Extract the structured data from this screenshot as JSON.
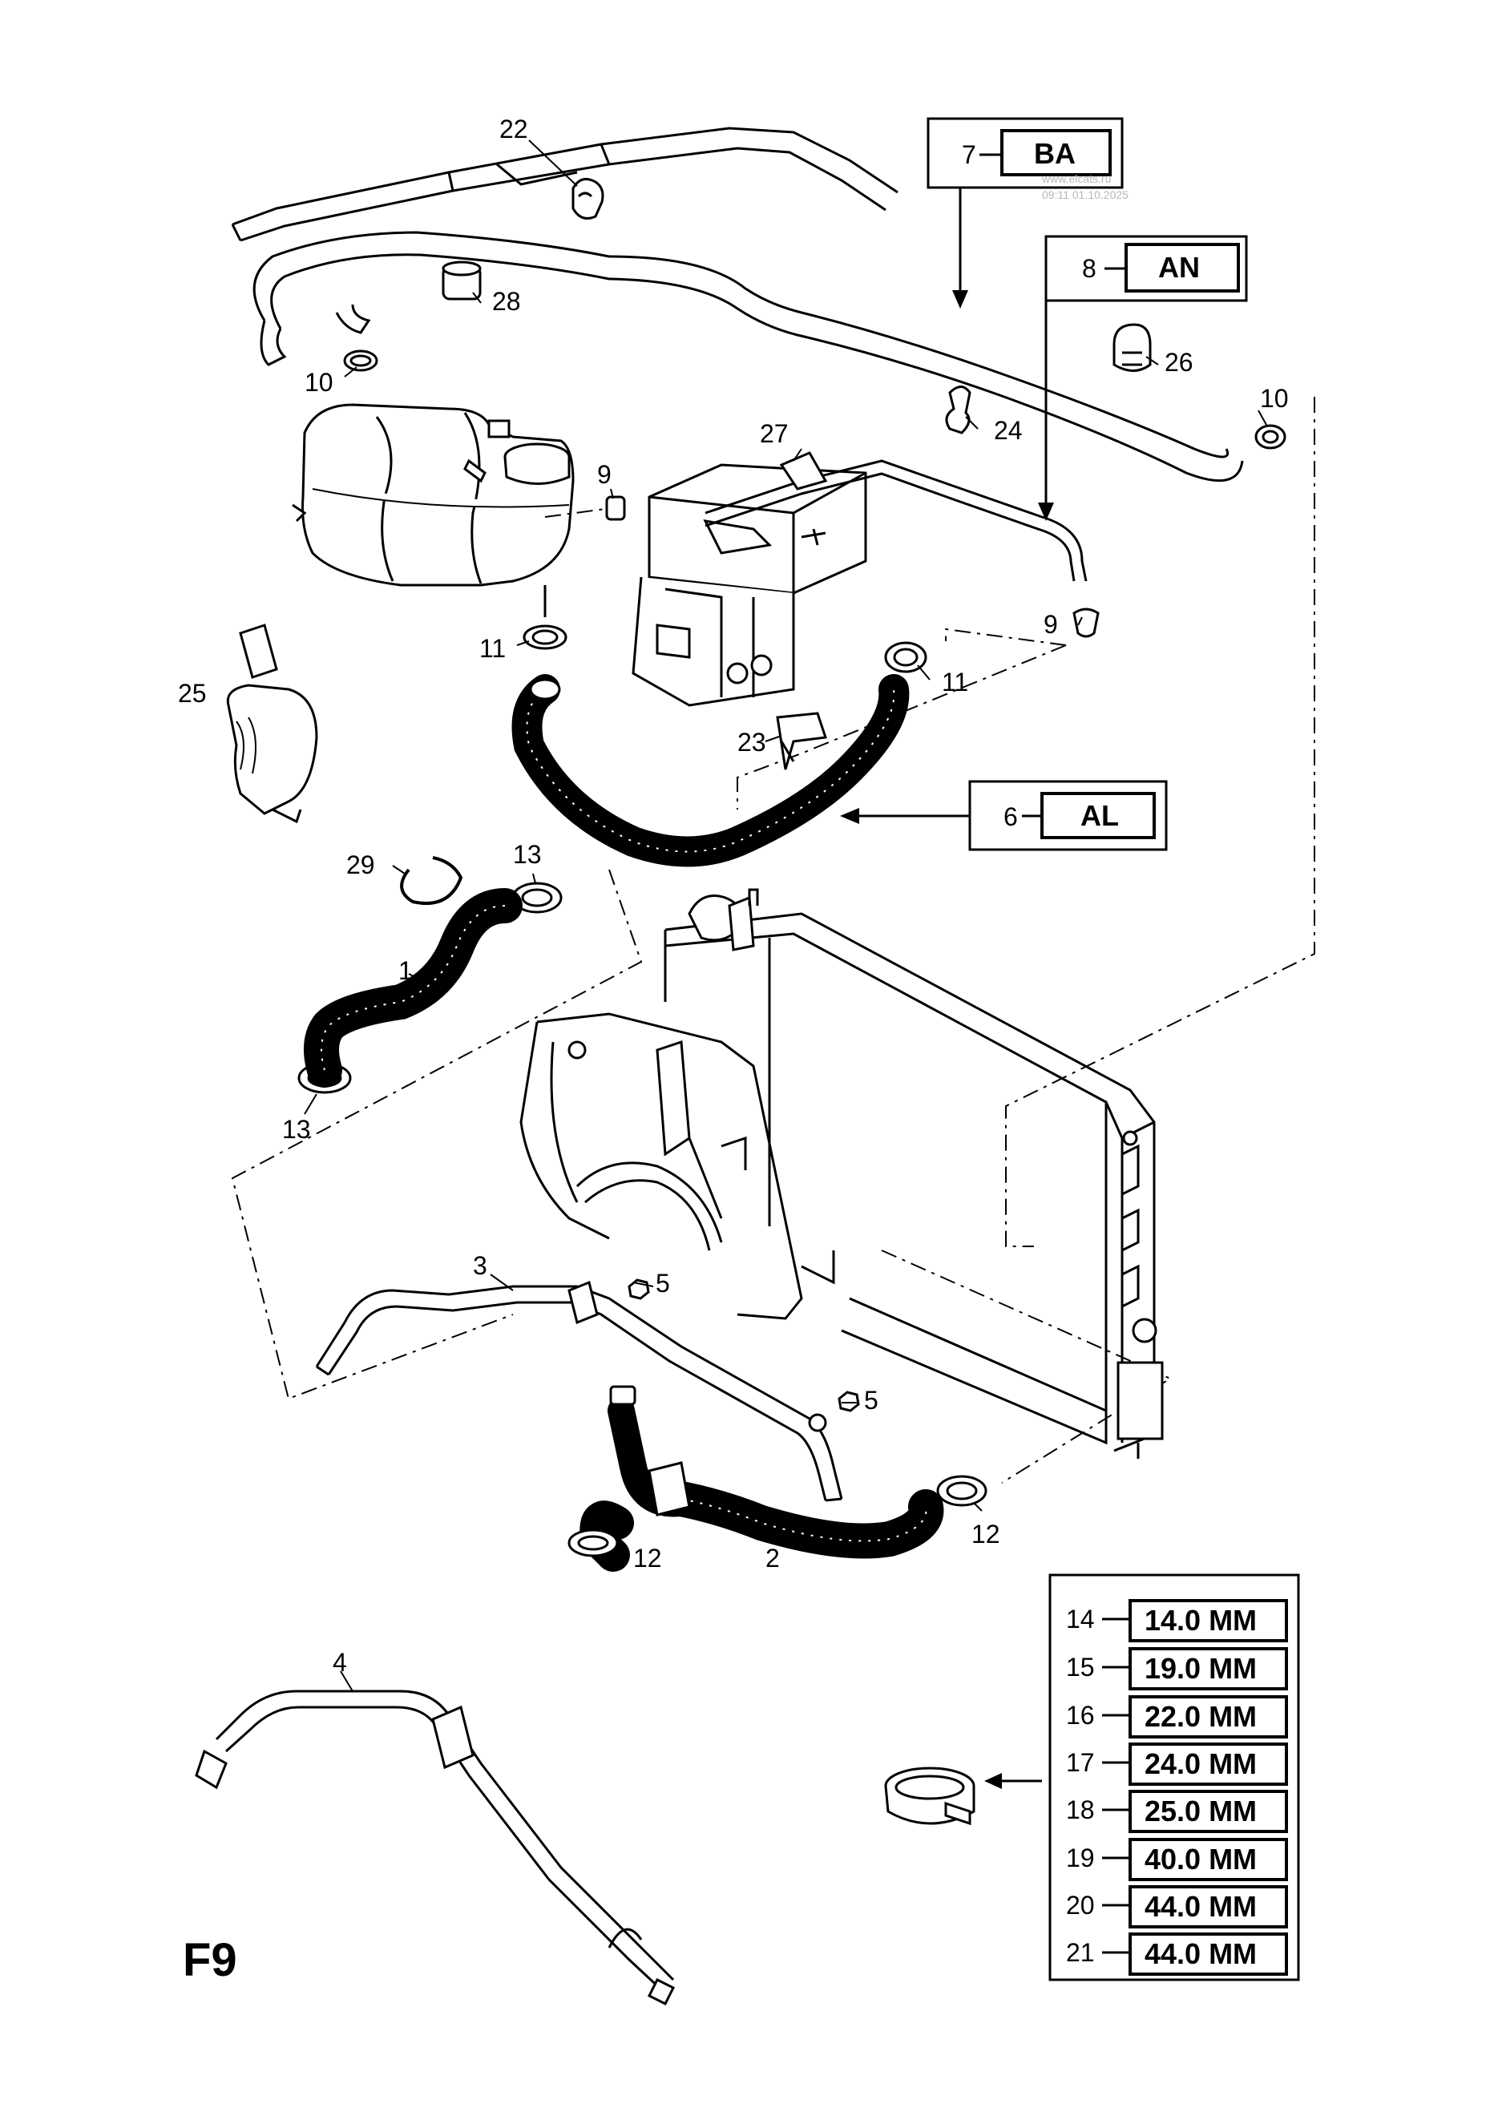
{
  "page_code": "F9",
  "watermark": [
    "www.elcats.ru",
    "09:11 01.10.2025"
  ],
  "callouts": {
    "c1": "1",
    "c2": "2",
    "c3": "3",
    "c4": "4",
    "c5a": "5",
    "c5b": "5",
    "c9a": "9",
    "c9b": "9",
    "c10a": "10",
    "c10b": "10",
    "c11a": "11",
    "c11b": "11",
    "c12a": "12",
    "c12b": "12",
    "c13a": "13",
    "c13b": "13",
    "c22": "22",
    "c23": "23",
    "c24": "24",
    "c25": "25",
    "c26": "26",
    "c27": "27",
    "c28": "28",
    "c29": "29"
  },
  "code_boxes": [
    {
      "number": "7",
      "code": "BA"
    },
    {
      "number": "8",
      "code": "AN"
    },
    {
      "number": "6",
      "code": "AL"
    }
  ],
  "clamp_sizes": [
    {
      "number": "14",
      "size": "14.0 MM"
    },
    {
      "number": "15",
      "size": "19.0 MM"
    },
    {
      "number": "16",
      "size": "22.0 MM"
    },
    {
      "number": "17",
      "size": "24.0 MM"
    },
    {
      "number": "18",
      "size": "25.0 MM"
    },
    {
      "number": "19",
      "size": "40.0 MM"
    },
    {
      "number": "20",
      "size": "44.0 MM"
    },
    {
      "number": "21",
      "size": "44.0 MM"
    }
  ]
}
